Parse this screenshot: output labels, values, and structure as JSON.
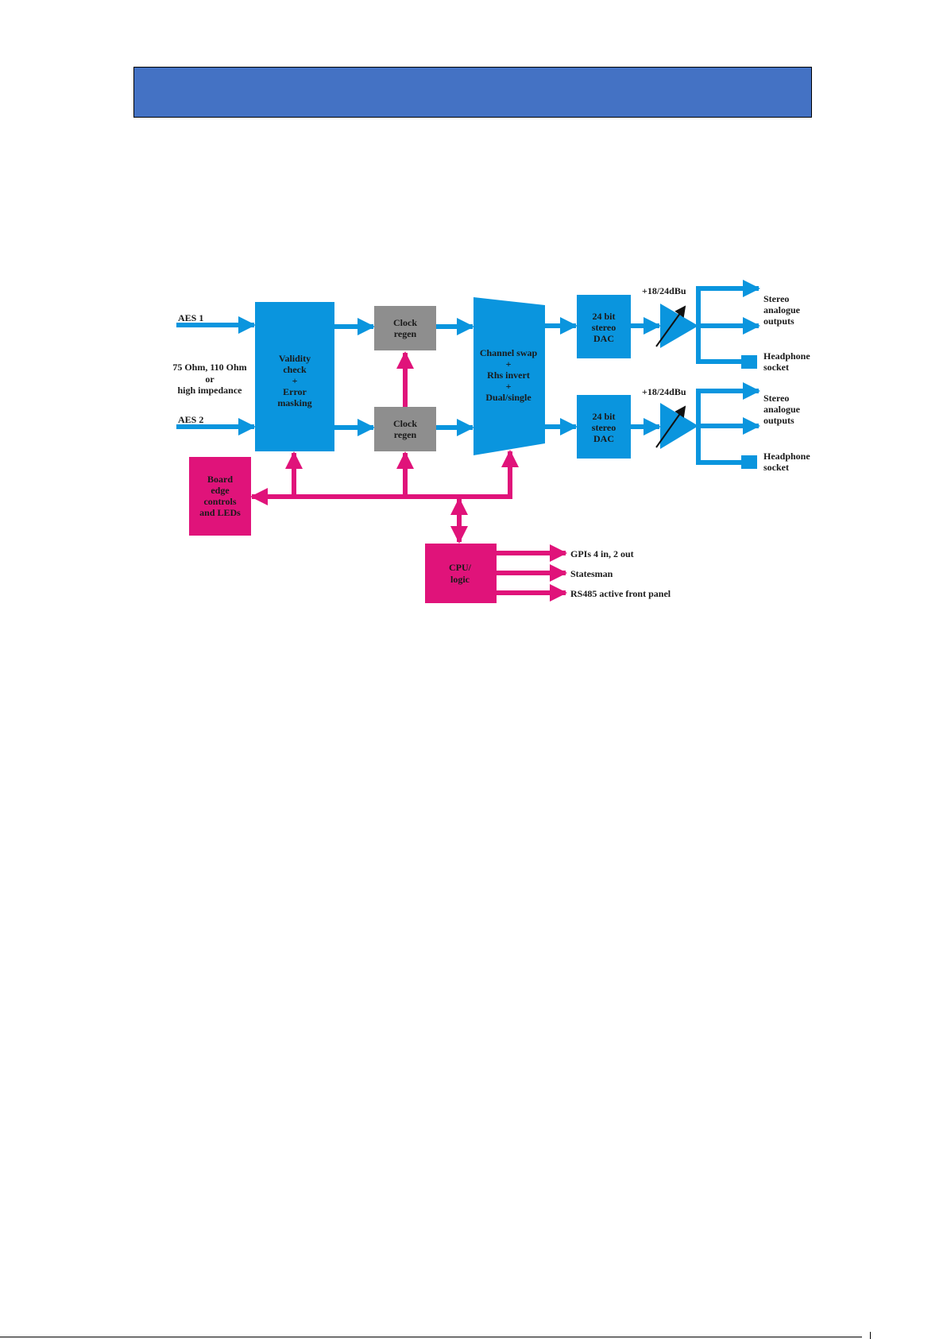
{
  "header": {
    "title": ""
  },
  "colors": {
    "audio": "#0a95de",
    "control": "#e0137a",
    "clock": "#8e8e8e",
    "header": "#4472c4"
  },
  "diagram": {
    "inputs": {
      "aes1": "AES 1",
      "aes2": "AES 2",
      "impedance": [
        "75 Ohm, 110 Ohm",
        "or",
        "high impedance"
      ]
    },
    "validity": [
      "Validity",
      "check",
      "+",
      "Error",
      "masking"
    ],
    "clock_top": [
      "Clock",
      "regen"
    ],
    "clock_bottom": [
      "Clock",
      "regen"
    ],
    "channel_swap": [
      "Channel swap",
      "+",
      "Rhs invert",
      "+",
      "Dual/single"
    ],
    "dac_top": [
      "24 bit",
      "stereo",
      "DAC"
    ],
    "dac_bottom": [
      "24 bit",
      "stereo",
      "DAC"
    ],
    "level_top": "+18/24dBu",
    "level_bottom": "+18/24dBu",
    "outputs_top": {
      "stereo": [
        "Stereo",
        "analogue",
        "outputs"
      ],
      "headphone": [
        "Headphone",
        "socket"
      ]
    },
    "outputs_bottom": {
      "stereo": [
        "Stereo",
        "analogue",
        "outputs"
      ],
      "headphone": [
        "Headphone",
        "socket"
      ]
    },
    "board_edge": [
      "Board",
      "edge",
      "controls",
      "and LEDs"
    ],
    "cpu": [
      "CPU/",
      "logic"
    ],
    "cpu_outputs": [
      "GPIs 4 in, 2 out",
      "Statesman",
      "RS485 active front panel"
    ]
  }
}
